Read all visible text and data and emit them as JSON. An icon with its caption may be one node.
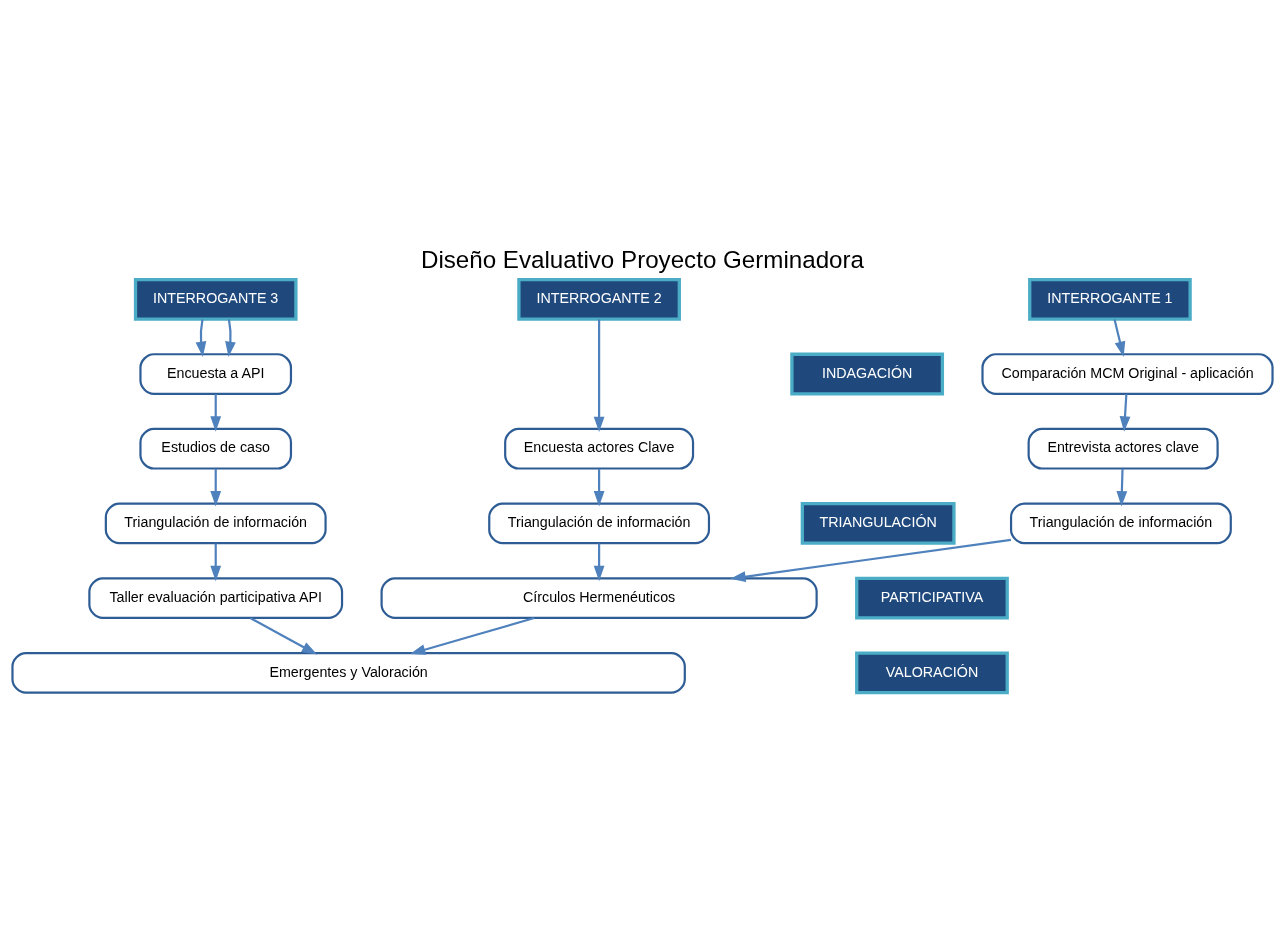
{
  "diagram": {
    "title": "Diseño Evaluativo Proyecto Germinadora",
    "nodes": [
      {
        "text": [
          "INTERROGANTE 1"
        ]
      },
      {
        "text": [
          "INTERROGANTE 2"
        ]
      },
      {
        "text": [
          "INTERROGANTE 3"
        ]
      },
      {
        "text": [
          "INDAGACIÓN"
        ]
      },
      {
        "text": [
          "Comparación MCM Original - aplicación"
        ]
      },
      {
        "text": [
          "Encuesta a API"
        ]
      },
      {
        "text": [
          "Encuesta actores Clave"
        ]
      },
      {
        "text": [
          "Estudios de caso"
        ]
      },
      {
        "text": [
          "Entrevista actores clave"
        ]
      },
      {
        "text": [
          "TRIANGULACIÓN"
        ]
      },
      {
        "text": [
          "Triangulación de información"
        ]
      },
      {
        "text": [
          "Triangulación de información"
        ]
      },
      {
        "text": [
          "Triangulación de información"
        ]
      },
      {
        "text": [
          "PARTICIPATIVA"
        ]
      },
      {
        "text": [
          "Círculos Hermenéuticos"
        ]
      },
      {
        "text": [
          "Taller evaluación participativa API"
        ]
      },
      {
        "text": [
          "VALORACIÓN"
        ]
      },
      {
        "text": [
          "Emergentes y Valoración"
        ]
      }
    ],
    "edges": [
      {
        "from": 0,
        "to": 4,
        "arrow": "to"
      },
      {
        "from": 1,
        "to": 6,
        "arrow": "to"
      },
      {
        "from": 2,
        "to": 5,
        "arrow": "to"
      },
      {
        "from": 2,
        "to": 5,
        "arrow": "to"
      },
      {
        "from": 4,
        "to": 8,
        "arrow": "to"
      },
      {
        "from": 8,
        "to": 10,
        "arrow": "to"
      },
      {
        "from": 6,
        "to": 11,
        "arrow": "to"
      },
      {
        "from": 5,
        "to": 7,
        "arrow": "to"
      },
      {
        "from": 7,
        "to": 12,
        "arrow": "to"
      },
      {
        "from": 10,
        "to": 14,
        "arrow": "to"
      },
      {
        "from": 11,
        "to": 14,
        "arrow": "to"
      },
      {
        "from": 12,
        "to": 15,
        "arrow": "to"
      },
      {
        "from": 14,
        "to": 17,
        "arrow": "to"
      },
      {
        "from": 15,
        "to": 17,
        "arrow": "to"
      }
    ]
  }
}
